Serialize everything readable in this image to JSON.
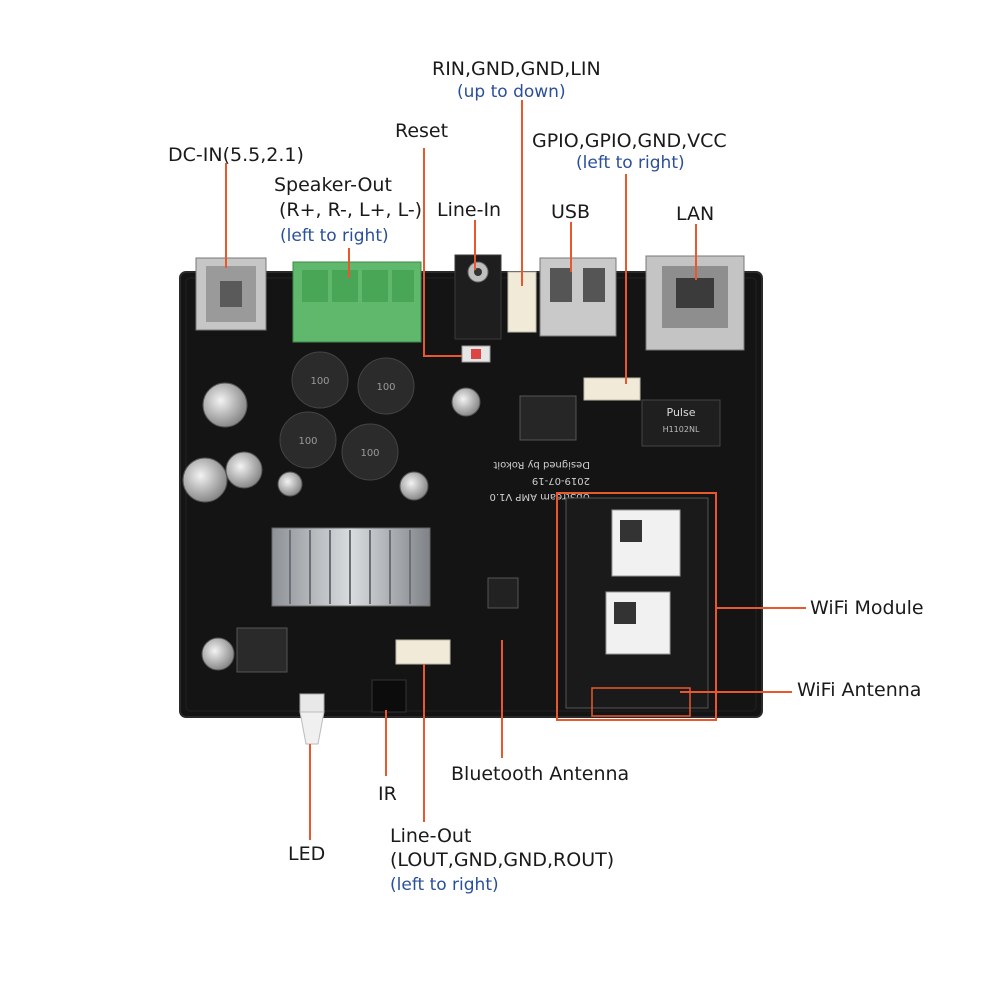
{
  "labels": {
    "rin": "RIN,GND,GND,LIN",
    "rin_sub": "(up to down)",
    "reset": "Reset",
    "gpio": "GPIO,GPIO,GND,VCC",
    "gpio_sub": "(left to right)",
    "dcin": "DC-IN(5.5,2.1)",
    "spk": "Speaker-Out",
    "spk2": "(R+, R-, L+, L-)",
    "spk_sub": "(left to right)",
    "linein": "Line-In",
    "usb": "USB",
    "lan": "LAN",
    "wifi_module": "WiFi Module",
    "wifi_antenna": "WiFi Antenna",
    "bt_antenna": "Bluetooth Antenna",
    "ir": "IR",
    "led": "LED",
    "lineout": "Line-Out",
    "lineout2": "(LOUT,GND,GND,ROUT)",
    "lineout_sub": "(left to right)"
  },
  "board_text": {
    "product": "UpStream AMP V1.0",
    "date": "2019-07-19",
    "designer": "Designed by Rokoit",
    "pulse": "Pulse",
    "pulse_part": "H1102NL",
    "inductor": "100"
  },
  "colors": {
    "callout": "#e8582c",
    "board": "#141414",
    "label": "#1a1a1a",
    "sublabel": "#2a4f9a"
  }
}
